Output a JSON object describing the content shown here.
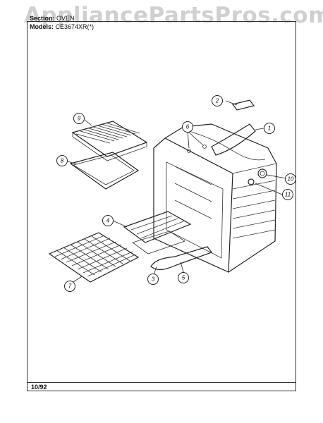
{
  "watermark": "AppliancePartsPros.com",
  "header": {
    "section_label": "Section:",
    "section_value": "OVEN",
    "models_label": "Models:",
    "models_value": "CE3674XR(*)"
  },
  "footer": {
    "date": "10/92"
  },
  "callouts": [
    "1",
    "2",
    "3",
    "4",
    "5",
    "6",
    "7",
    "8",
    "9",
    "10",
    "11"
  ],
  "parts": [
    {
      "number": "1",
      "icon": "vent-duct-icon"
    },
    {
      "number": "2",
      "icon": "bracket-icon"
    },
    {
      "number": "3",
      "icon": "bake-element-icon"
    },
    {
      "number": "4",
      "icon": "broil-element-icon"
    },
    {
      "number": "5",
      "icon": "bake-element-icon"
    },
    {
      "number": "6",
      "icon": "screw-icon"
    },
    {
      "number": "7",
      "icon": "oven-rack-icon"
    },
    {
      "number": "8",
      "icon": "broiler-pan-icon"
    },
    {
      "number": "9",
      "icon": "broiler-grid-icon"
    },
    {
      "number": "10",
      "icon": "light-socket-icon"
    },
    {
      "number": "11",
      "icon": "light-bulb-icon"
    }
  ]
}
